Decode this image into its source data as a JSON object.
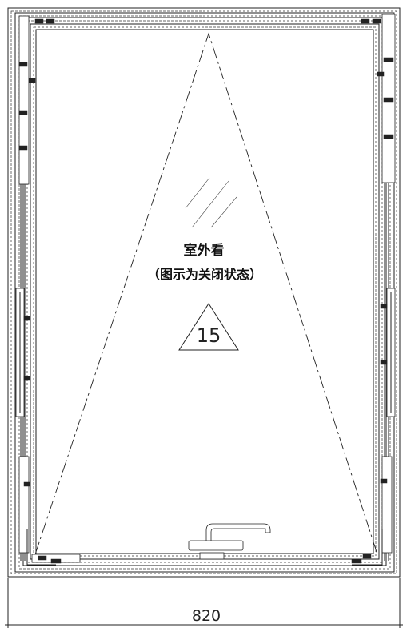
{
  "labels": {
    "view_side": "室外看",
    "state_note": "（图示为关闭状态）",
    "marker_number": "15",
    "width_dimension": "820"
  }
}
